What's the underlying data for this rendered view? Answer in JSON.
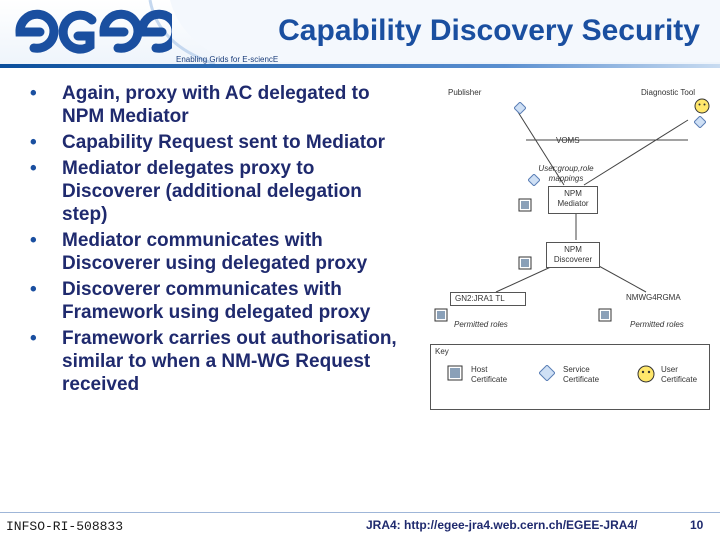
{
  "header": {
    "logo_text": "egee",
    "tagline": "Enabling Grids for E-sciencE",
    "title": "Capability Discovery Security"
  },
  "bullets": [
    "Again, proxy with AC delegated to NPM Mediator",
    "Capability Request sent to Mediator",
    "Mediator delegates proxy to Discoverer (additional delegation step)",
    "Mediator communicates with Discoverer using delegated proxy",
    "Discoverer communicates with Framework using delegated proxy",
    "Framework carries out authorisation, similar to when a NM-WG Request received"
  ],
  "diagram": {
    "publisher": "Publisher",
    "diagnostic_tool": "Diagnostic Tool",
    "voms": "VOMS",
    "mappings": "User:group,role mappings",
    "mediator": "NPM Mediator",
    "discoverer": "NPM Discoverer",
    "gn2": "GN2:JRA1 TL",
    "nmwg": "NMWG4RGMA",
    "permitted_left": "Permitted roles",
    "permitted_right": "Permitted roles",
    "key": {
      "title": "Key",
      "host": "Host Certificate",
      "service": "Service Certificate",
      "user": "User Certificate"
    }
  },
  "footer": {
    "left": "INFSO-RI-508833",
    "center": "JRA4: http://egee-jra4.web.cern.ch/EGEE-JRA4/",
    "page_number": "10"
  },
  "colors": {
    "brand_blue": "#1a4fa0",
    "bullet_text": "#1f2a6e"
  }
}
